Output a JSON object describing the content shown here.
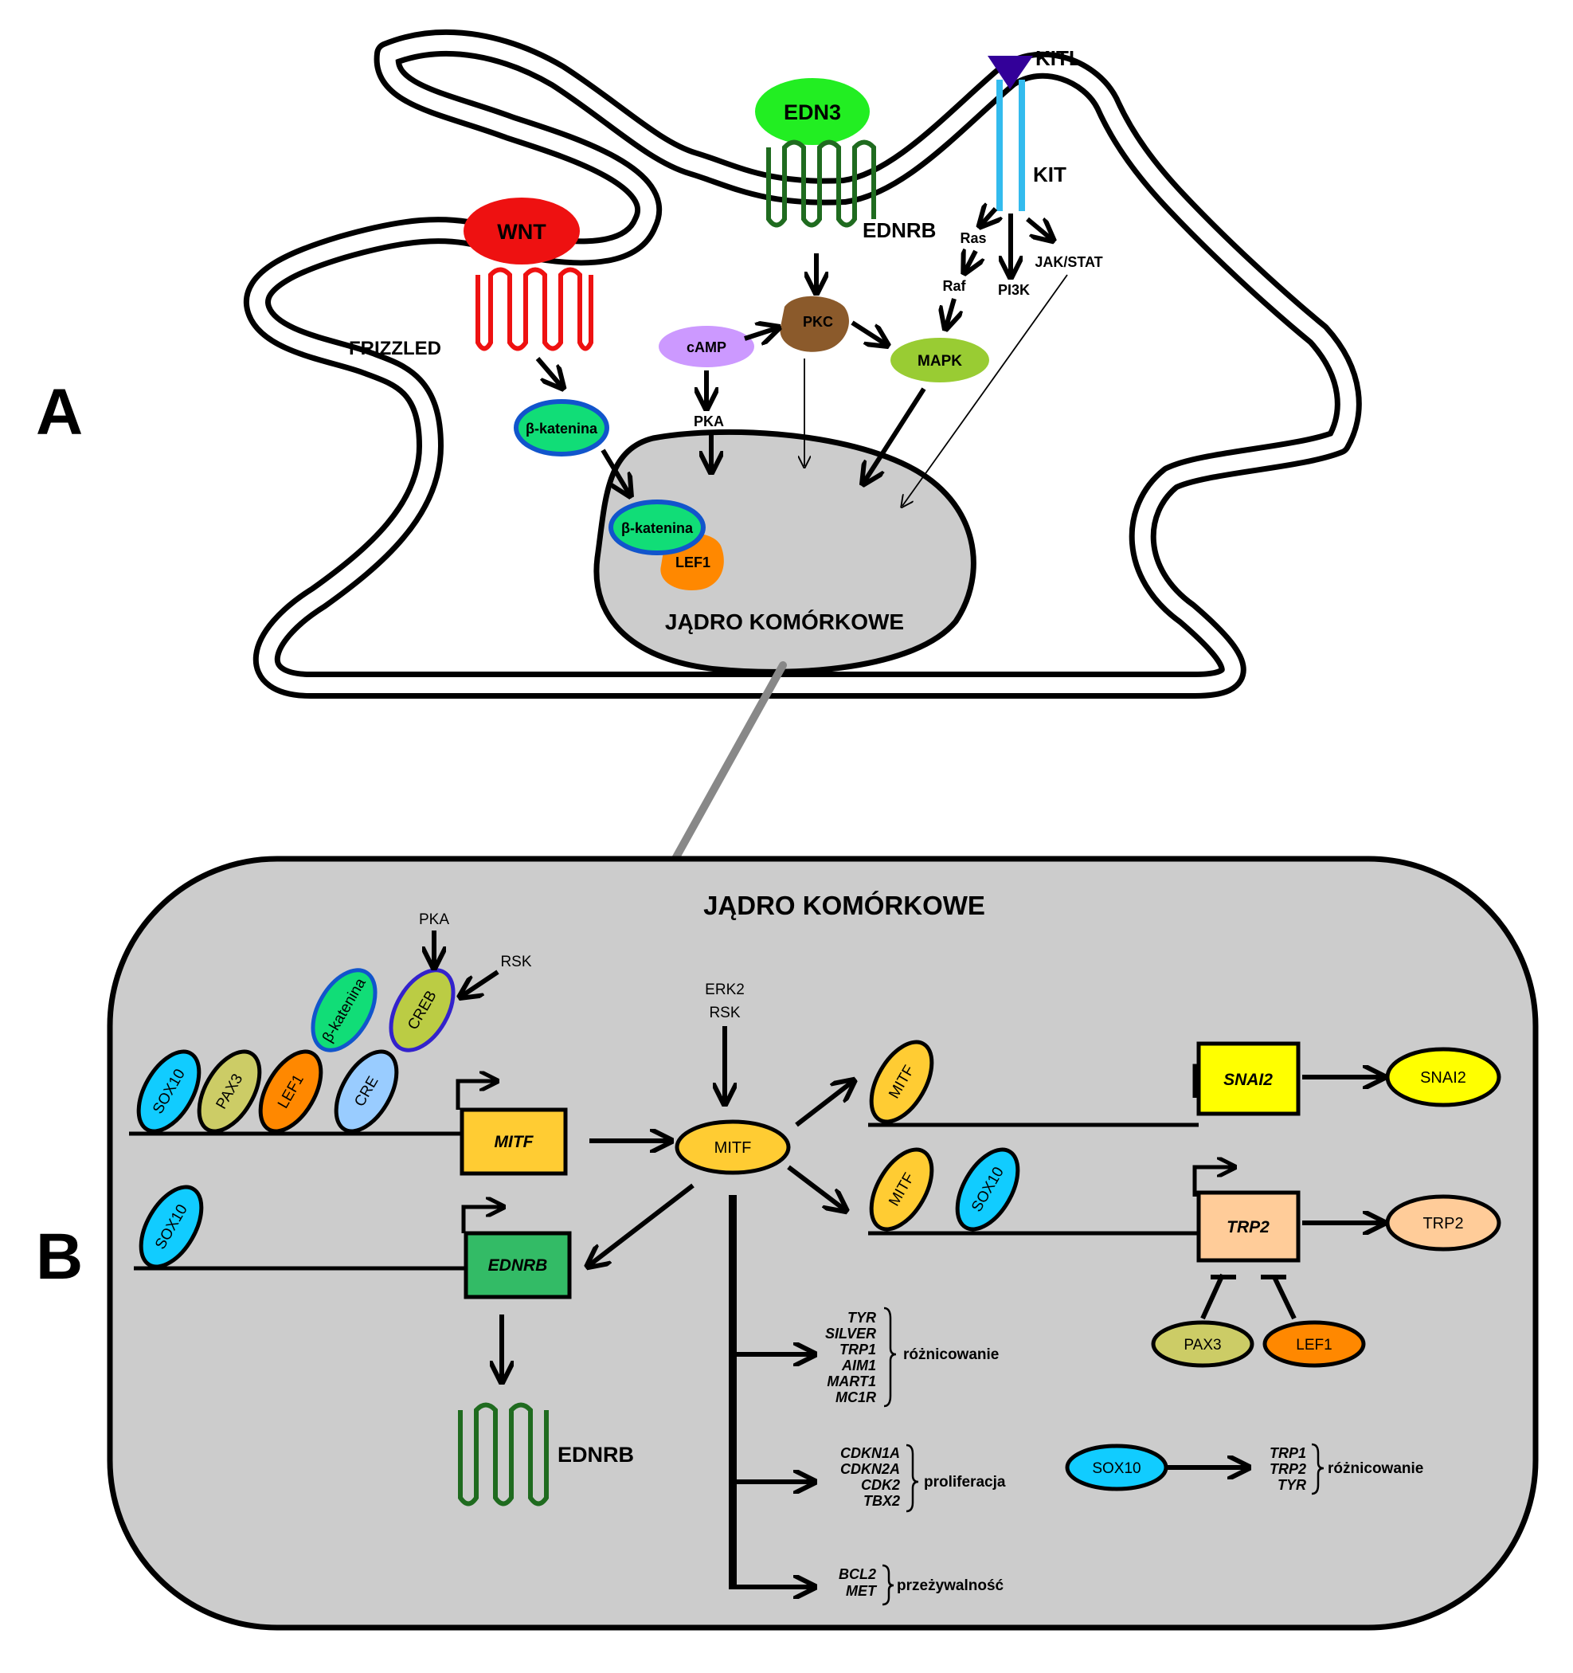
{
  "panel_labels": {
    "a": "A",
    "b": "B"
  },
  "panel_a": {
    "wnt": "WNT",
    "frizzled": "FRIZZLED",
    "edn3": "EDN3",
    "ednrb": "EDNRB",
    "kitl": "KITL",
    "kit": "KIT",
    "ras": "Ras",
    "raf": "Raf",
    "pi3k": "PI3K",
    "jak_stat": "JAK/STAT",
    "pkc": "PKC",
    "camp": "cAMP",
    "pka": "PKA",
    "mapk": "MAPK",
    "beta_catenin_cyto": "β-katenina",
    "beta_catenin_nuc": "β-katenina",
    "lef1": "LEF1",
    "nucleus": "JĄDRO KOMÓRKOWE"
  },
  "panel_b": {
    "nucleus_title": "JĄDRO KOMÓRKOWE",
    "pka": "PKA",
    "rsk": "RSK",
    "beta_catenin": "β-katenina",
    "creb": "CREB",
    "sox10_a": "SOX10",
    "pax3_a": "PAX3",
    "lef1_a": "LEF1",
    "cre": "CRE",
    "mitf_gene": "MITF",
    "erk2": "ERK2",
    "rsk_mitf": "RSK",
    "mitf_protein": "MITF",
    "mitf_snai2": "MITF",
    "snai2_gene": "SNAI2",
    "snai2_protein": "SNAI2",
    "mitf_trp2": "MITF",
    "sox10_trp2": "SOX10",
    "trp2_gene": "TRP2",
    "trp2_protein": "TRP2",
    "pax3_b": "PAX3",
    "lef1_b": "LEF1",
    "sox10_b": "SOX10",
    "ednrb_gene": "EDNRB",
    "ednrb_receptor": "EDNRB",
    "diff_genes": [
      "TYR",
      "SILVER",
      "TRP1",
      "AIM1",
      "MART1",
      "MC1R"
    ],
    "diff_label": "różnicowanie",
    "prolif_genes": [
      "CDKN1A",
      "CDKN2A",
      "CDK2",
      "TBX2"
    ],
    "prolif_label": "proliferacja",
    "surv_genes": [
      "BCL2",
      "MET"
    ],
    "surv_label": "przeżywalność",
    "sox10_c": "SOX10",
    "sox10_targets": [
      "TRP1",
      "TRP2",
      "TYR"
    ],
    "sox10_target_label": "różnicowanie"
  },
  "colors": {
    "wnt": "#ee1111",
    "edn3": "#22ee22",
    "ednrb_receptor": "#1f6b1f",
    "kit": "#33bbee",
    "kitl": "#330099",
    "pkc": "#8b5a2b",
    "camp": "#cc99ff",
    "mapk": "#99cc33",
    "beta_catenin": "#11dd77",
    "beta_catenin_border": "#1155cc",
    "lef1": "#ff8800",
    "nucleus": "#cccccc",
    "sox10": "#11ccff",
    "pax3": "#cccc66",
    "cre": "#99ccff",
    "creb": "#bbcc44",
    "mitf": "#ffcc33",
    "snai2": "#ffff00",
    "trp2": "#ffcc99",
    "ednrb_gene": "#33bb66"
  }
}
